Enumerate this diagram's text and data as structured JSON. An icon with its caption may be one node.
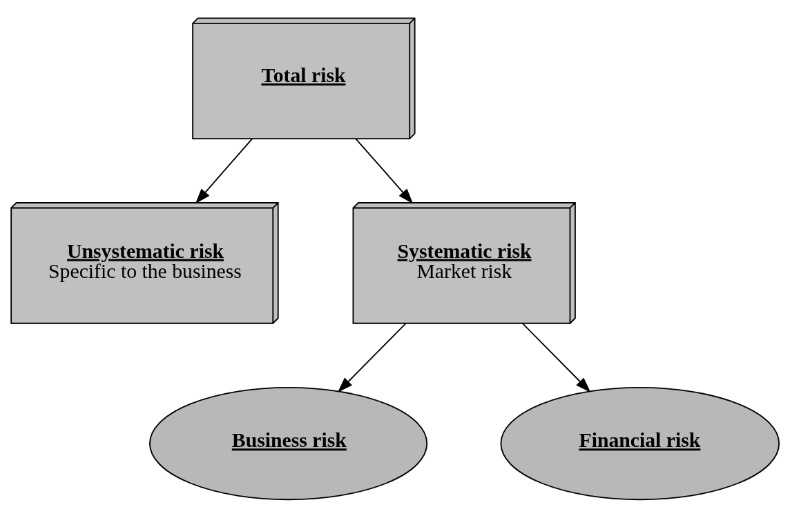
{
  "diagram": {
    "nodes": [
      {
        "text": [
          "Total risk"
        ]
      },
      {
        "text": [
          "Unsystematic risk",
          "Specific to the business"
        ]
      },
      {
        "text": [
          "Systematic risk",
          "Market risk"
        ]
      },
      {
        "text": [
          "Business risk"
        ]
      },
      {
        "text": [
          "Financial risk"
        ]
      }
    ],
    "edges": [
      {
        "from": 0,
        "to": 1,
        "arrow": "to"
      },
      {
        "from": 0,
        "to": 2,
        "arrow": "to"
      },
      {
        "from": 2,
        "to": 3,
        "arrow": "to"
      },
      {
        "from": 2,
        "to": 4,
        "arrow": "to"
      }
    ]
  }
}
